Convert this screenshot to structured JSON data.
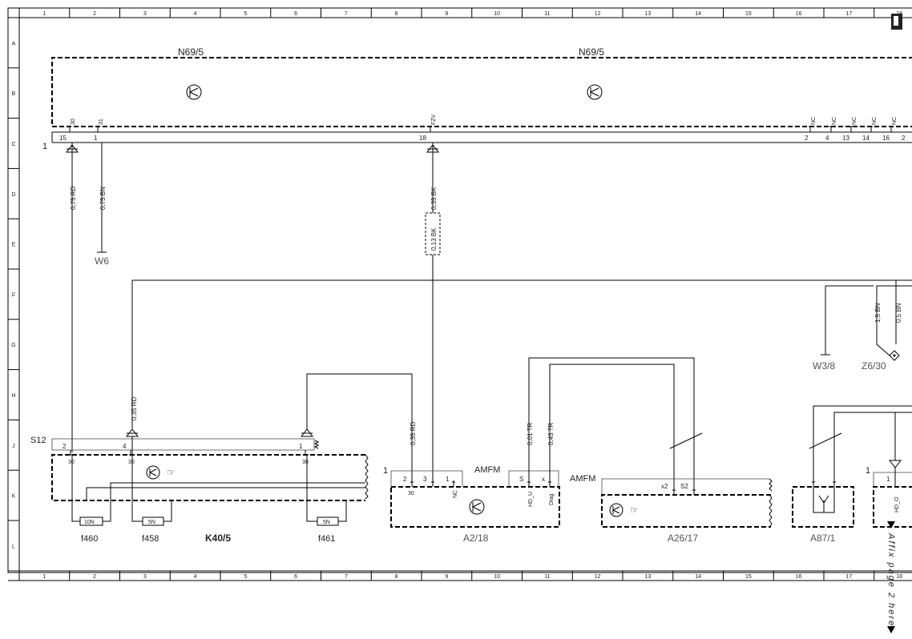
{
  "grid": {
    "columns": [
      "1",
      "2",
      "3",
      "4",
      "5",
      "6",
      "7",
      "8",
      "9",
      "10",
      "11",
      "12",
      "13",
      "14",
      "15",
      "16",
      "17",
      "18"
    ],
    "rows": [
      "A",
      "B",
      "C",
      "D",
      "E",
      "F",
      "G",
      "H",
      "J",
      "K",
      "L"
    ]
  },
  "modules": {
    "n69_5_left": "N69/5",
    "n69_5_right": "N69/5",
    "s12": "S12",
    "k40_5": "K40/5",
    "a2_18": "A2/18",
    "a26_17": "A26/17",
    "a87_1": "A87/1",
    "w6": "W6",
    "w3_8": "W3/8",
    "z6_30": "Z6/30"
  },
  "pins": {
    "n69_top": [
      "30",
      "31",
      "FZV",
      "NC",
      "NC",
      "NC",
      "NC",
      "NC"
    ],
    "n69_bottom": [
      "15",
      "1",
      "18",
      "2",
      "4",
      "13",
      "14",
      "16",
      "2"
    ],
    "n69_row_num": "1",
    "s12_top": [
      "2",
      "4",
      "1"
    ],
    "k40_sub": [
      "30",
      "30",
      "30"
    ],
    "a2_top": [
      "2",
      "3",
      "1"
    ],
    "a2_sub": [
      "30",
      "NC"
    ],
    "a2_block_num": "1",
    "amfm_a2": "AMFM",
    "a2_right": [
      "S",
      "x",
      "HD_U",
      "Diag"
    ],
    "amfm_a26": "AMFM",
    "a26_pins": [
      "x2",
      "S2"
    ],
    "a_right_num": [
      "1",
      "1"
    ],
    "hd_o": "HD_O"
  },
  "wires": {
    "w_075rd": "0,75 RD",
    "w_075bn": "0,75 BN",
    "w_035bk": "0,35 BK",
    "w_013bk": "0,13 BK",
    "w_035rd_left": "0,35 RD",
    "w_035rd_mid": "0,35 RD",
    "w_001tr": "0,01 TR",
    "w_043tr": "0,43 TR",
    "w_15bn": "1,5 BN",
    "w_05bn": "0,5 BN"
  },
  "fuses": {
    "f460": "f460",
    "f458": "f458",
    "f461": "f461",
    "r_10n": "10N",
    "r_5n_a": "5N",
    "r_5n_b": "5N"
  },
  "affix_note": "Affix page 2 here"
}
